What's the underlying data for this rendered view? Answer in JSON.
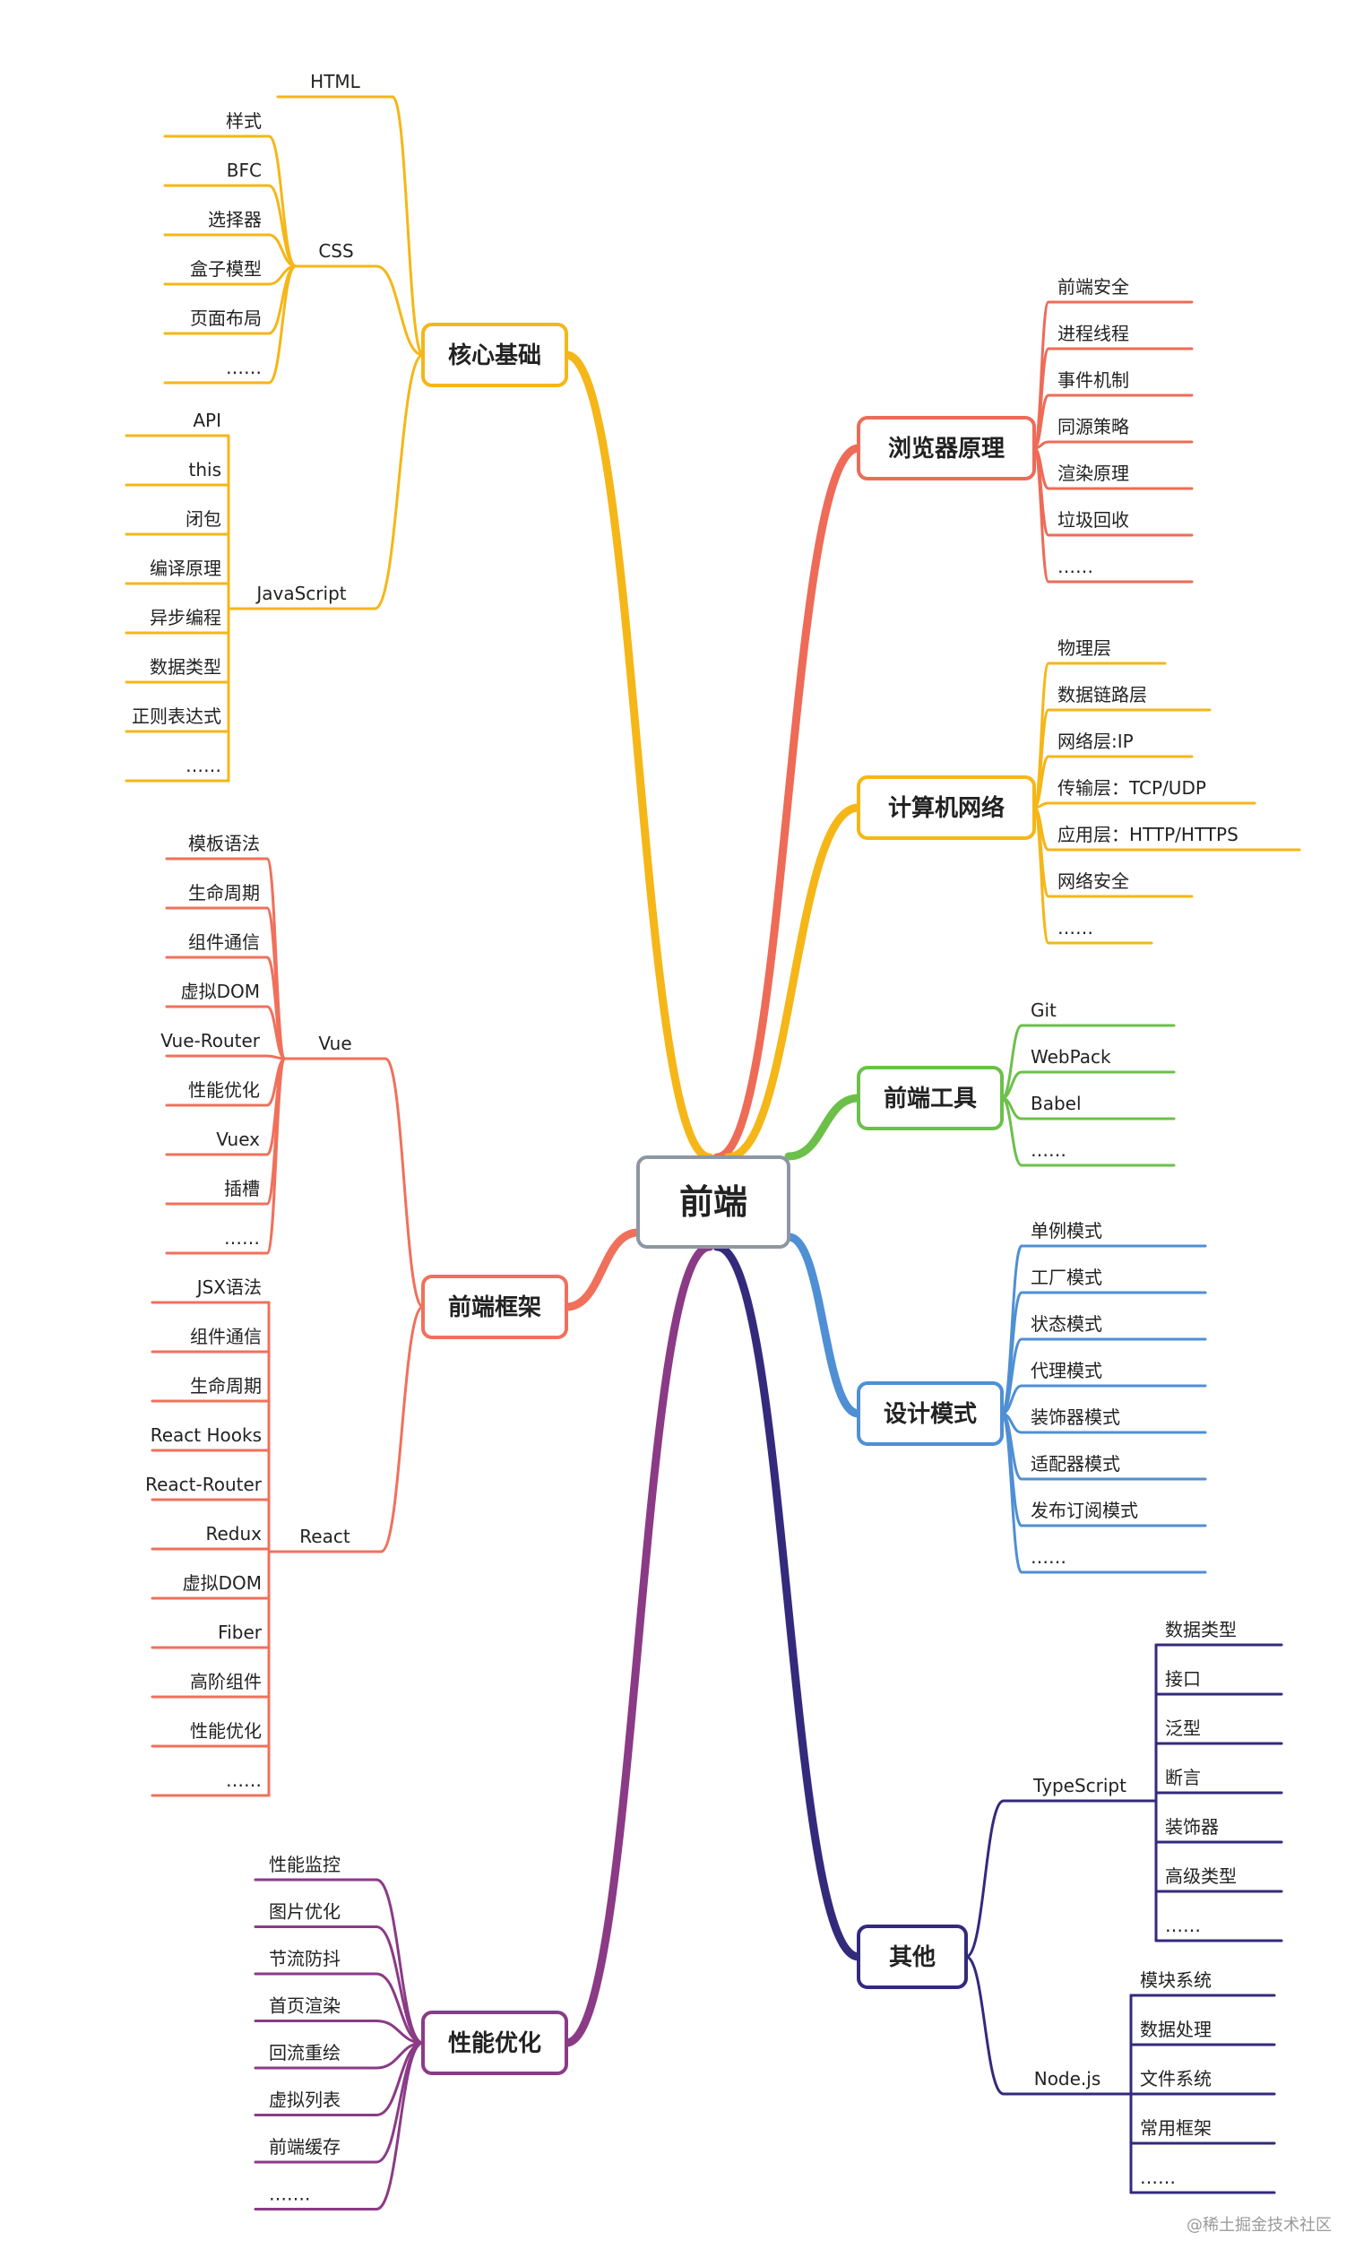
{
  "root": {
    "label": "前端"
  },
  "branches": [
    {
      "id": "core",
      "label": "核心基础",
      "color": "#F5B617",
      "side": "left",
      "subs": [
        {
          "label": "HTML",
          "children": []
        },
        {
          "label": "CSS",
          "children": [
            "样式",
            "BFC",
            "选择器",
            "盒子模型",
            "页面布局",
            "……"
          ]
        },
        {
          "label": "JavaScript",
          "children": [
            "API",
            "this",
            "闭包",
            "编译原理",
            "异步编程",
            "数据类型",
            "正则表达式",
            "……"
          ]
        }
      ]
    },
    {
      "id": "framework",
      "label": "前端框架",
      "color": "#F0705B",
      "side": "left",
      "subs": [
        {
          "label": "Vue",
          "children": [
            "模板语法",
            "生命周期",
            "组件通信",
            "虚拟DOM",
            "Vue-Router",
            "性能优化",
            "Vuex",
            "插槽",
            "……"
          ]
        },
        {
          "label": "React",
          "children": [
            "JSX语法",
            "组件通信",
            "生命周期",
            "React Hooks",
            "React-Router",
            "Redux",
            "虚拟DOM",
            "Fiber",
            "高阶组件",
            "性能优化",
            "……"
          ]
        }
      ]
    },
    {
      "id": "perf",
      "label": "性能优化",
      "color": "#8B3A86",
      "side": "left",
      "leaves": [
        "性能监控",
        "图片优化",
        "节流防抖",
        "首页渲染",
        "回流重绘",
        "虚拟列表",
        "前端缓存",
        "……."
      ]
    },
    {
      "id": "browser",
      "label": "浏览器原理",
      "color": "#EE6B57",
      "side": "right",
      "leaves": [
        "前端安全",
        "进程线程",
        "事件机制",
        "同源策略",
        "渲染原理",
        "垃圾回收",
        "……"
      ]
    },
    {
      "id": "network",
      "label": "计算机网络",
      "color": "#F5B617",
      "side": "right",
      "leaves": [
        "物理层",
        "数据链路层",
        "网络层:IP",
        "传输层：TCP/UDP",
        "应用层：HTTP/HTTPS",
        "网络安全",
        "……"
      ]
    },
    {
      "id": "tools",
      "label": "前端工具",
      "color": "#6CC04A",
      "side": "right",
      "leaves": [
        "Git",
        "WebPack",
        "Babel",
        "……"
      ]
    },
    {
      "id": "design",
      "label": "设计模式",
      "color": "#4F8FD4",
      "side": "right",
      "leaves": [
        "单例模式",
        "工厂模式",
        "状态模式",
        "代理模式",
        "装饰器模式",
        "适配器模式",
        "发布订阅模式",
        "……"
      ]
    },
    {
      "id": "other",
      "label": "其他",
      "color": "#332A7C",
      "side": "right",
      "subs": [
        {
          "label": "TypeScript",
          "children": [
            "数据类型",
            "接口",
            "泛型",
            "断言",
            "装饰器",
            "高级类型",
            "……"
          ]
        },
        {
          "label": "Node.js",
          "children": [
            "模块系统",
            "数据处理",
            "文件系统",
            "常用框架",
            "……"
          ]
        }
      ]
    }
  ],
  "watermark": "@稀土掘金技术社区"
}
